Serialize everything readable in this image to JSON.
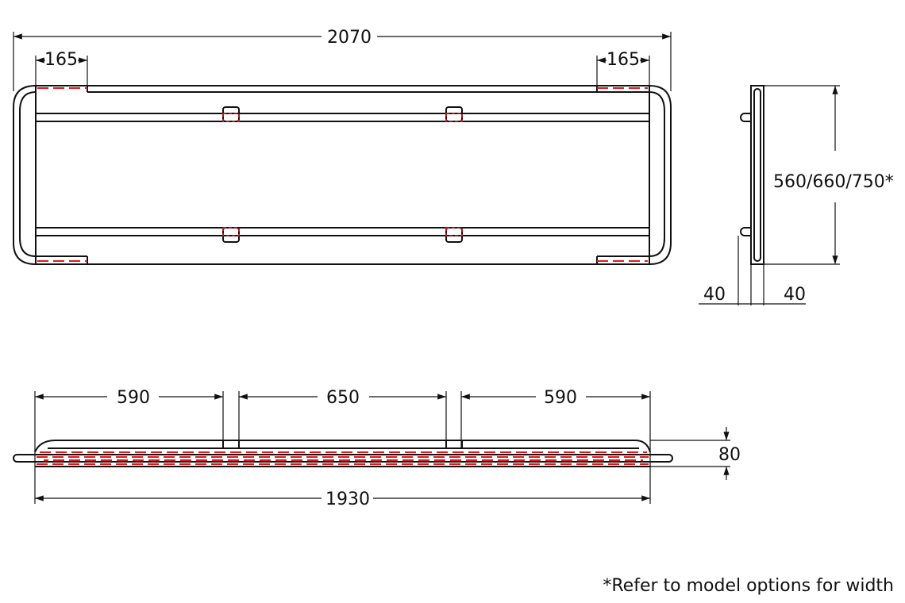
{
  "top_view": {
    "overall_width": "2070",
    "left_offset": "165",
    "right_offset": "165"
  },
  "side_view": {
    "height": "560/660/750*",
    "depth_left": "40",
    "depth_right": "40"
  },
  "bottom_view": {
    "span_left": "590",
    "span_middle": "650",
    "span_right": "590",
    "inner_width": "1930",
    "depth": "80"
  },
  "footnote": "*Refer to model options for width",
  "colors": {
    "line": "#111111",
    "hidden": "#e8141b"
  }
}
